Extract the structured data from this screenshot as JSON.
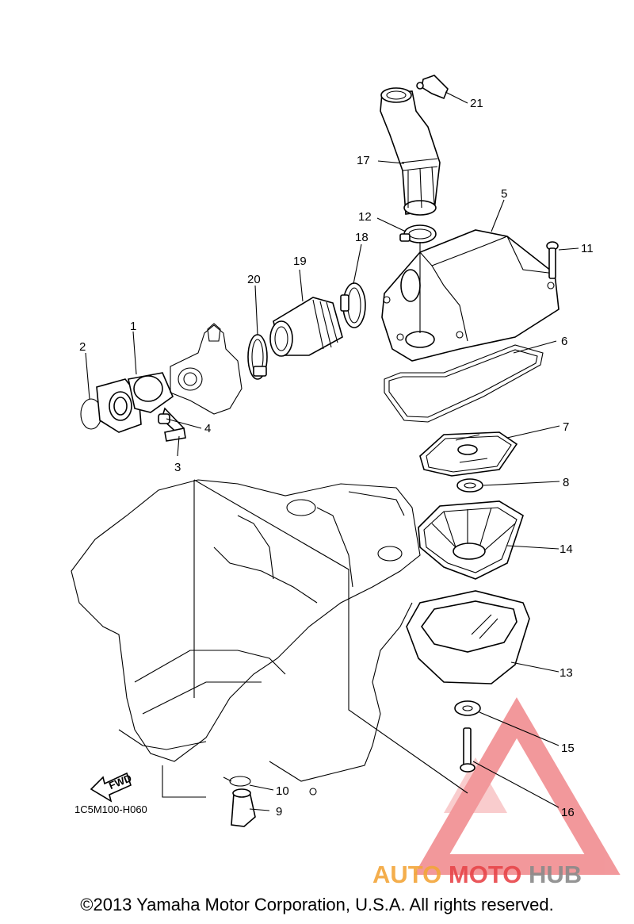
{
  "diagram": {
    "callouts": [
      {
        "id": "p1",
        "label": "1"
      },
      {
        "id": "p2",
        "label": "2"
      },
      {
        "id": "p3",
        "label": "3"
      },
      {
        "id": "p4",
        "label": "4"
      },
      {
        "id": "p5",
        "label": "5"
      },
      {
        "id": "p6",
        "label": "6"
      },
      {
        "id": "p7",
        "label": "7"
      },
      {
        "id": "p8",
        "label": "8"
      },
      {
        "id": "p9",
        "label": "9"
      },
      {
        "id": "p10",
        "label": "10"
      },
      {
        "id": "p11",
        "label": "11"
      },
      {
        "id": "p12",
        "label": "12"
      },
      {
        "id": "p13",
        "label": "13"
      },
      {
        "id": "p14",
        "label": "14"
      },
      {
        "id": "p15",
        "label": "15"
      },
      {
        "id": "p16",
        "label": "16"
      },
      {
        "id": "p17",
        "label": "17"
      },
      {
        "id": "p18",
        "label": "18"
      },
      {
        "id": "p19",
        "label": "19"
      },
      {
        "id": "p20",
        "label": "20"
      },
      {
        "id": "p21",
        "label": "21"
      }
    ],
    "fwd_label": "FWD",
    "diagram_code": "1C5M100-H060"
  },
  "watermark": {
    "part1": "AUTO",
    "part2": "MOTO",
    "part3": "HUB",
    "color_orange": "#f3a63a",
    "color_red": "#e8454a",
    "color_gray": "#8a8a8a"
  },
  "footer": {
    "copyright": "©2013 Yamaha Motor Corporation, U.S.A. All rights reserved."
  }
}
